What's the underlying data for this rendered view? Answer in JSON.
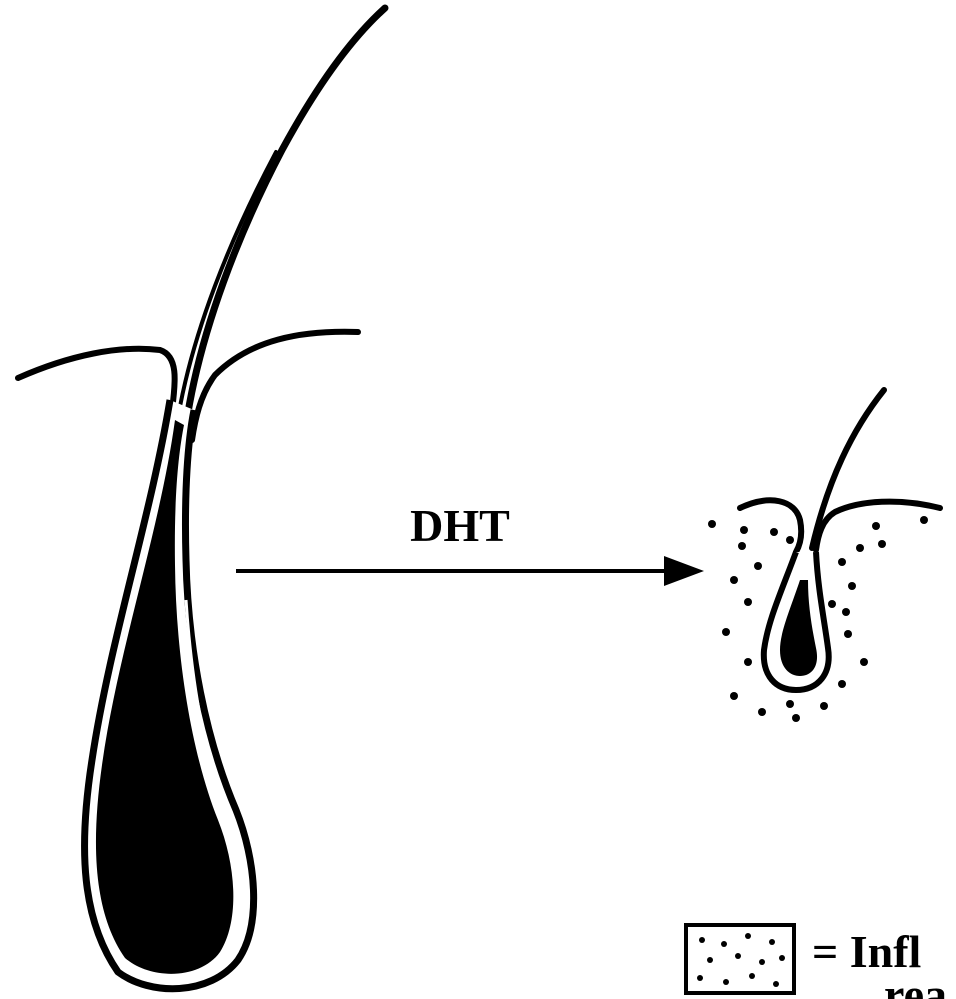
{
  "arrow": {
    "label": "DHT"
  },
  "legend": {
    "line1": "= Infl",
    "line2": "rea"
  },
  "colors": {
    "ink": "#000000",
    "background": "#ffffff"
  },
  "icons": {
    "large_follicle": "terminal-hair-follicle-icon",
    "small_follicle": "miniaturized-hair-follicle-icon",
    "legend_swatch": "dotted-inflammation-swatch-icon"
  }
}
